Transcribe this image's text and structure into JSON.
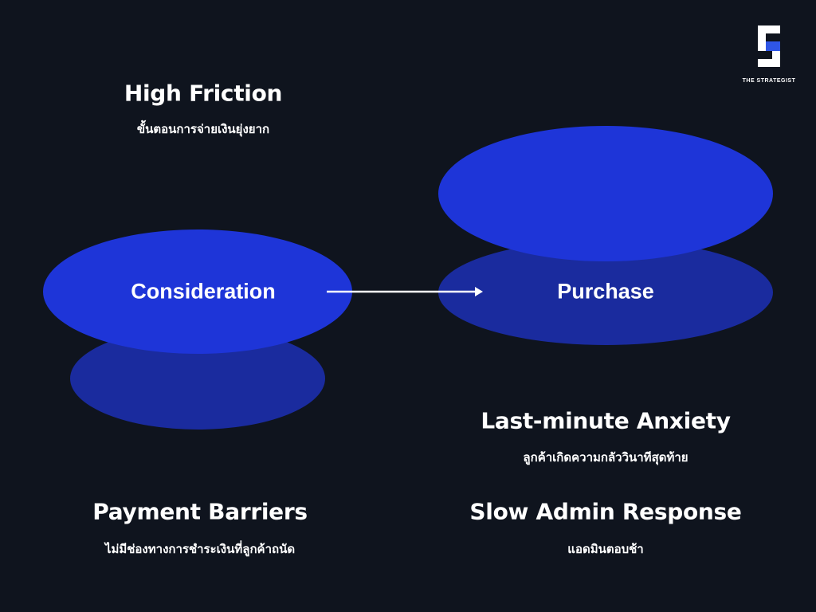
{
  "colors": {
    "background": "#0f141e",
    "primary": "#1e35d8",
    "secondary": "#1a2b9e"
  },
  "logo": {
    "brand": "THE STRATEGIST",
    "letter": "S"
  },
  "stages": {
    "consideration": "Consideration",
    "purchase": "Purchase"
  },
  "callouts": [
    {
      "title": "High Friction",
      "subtitle": "ขั้นตอนการจ่ายเงินยุ่งยาก"
    },
    {
      "title": "Payment Barriers",
      "subtitle": "ไม่มีช่องทางการชำระเงินที่ลูกค้าถนัด"
    },
    {
      "title": "Last-minute Anxiety",
      "subtitle": "ลูกค้าเกิดความกลัววินาทีสุดท้าย"
    },
    {
      "title": "Slow Admin Response",
      "subtitle": "แอดมินตอบช้า"
    }
  ]
}
